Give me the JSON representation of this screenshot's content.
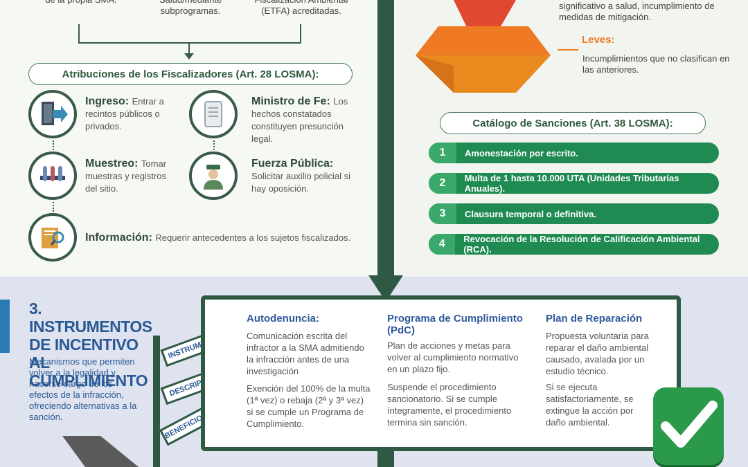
{
  "top_boxes": [
    {
      "text": "de la propia SMA."
    },
    {
      "text": "Salud/mediante subprogramas."
    },
    {
      "text": "Fiscalización Ambiental (ETFA) acreditadas."
    }
  ],
  "atribuciones": {
    "title": "Atribuciones de los Fiscalizadores (Art. 28 LOSMA):",
    "items": [
      {
        "title": "Ingreso:",
        "text": "Entrar a recintos públicos o privados."
      },
      {
        "title": "Ministro de Fe:",
        "text": "Los hechos constatados constituyen presunción legal."
      },
      {
        "title": "Muestreo:",
        "text": "Tomar muestras y registros del sitio."
      },
      {
        "title": "Fuerza Pública:",
        "text": "Solicitar auxilio policial si hay oposición."
      },
      {
        "title": "Información:",
        "text": "Requerir antecedentes a los sujetos fiscalizados."
      }
    ]
  },
  "gravity": {
    "top_text": "significativo a salud, incumplimiento de medidas de mitigación.",
    "leves_title": "Leves:",
    "leves_text": "Incumplimientos que no clasifican en las anteriores."
  },
  "catalogo": {
    "title": "Catálogo de Sanciones (Art. 38 LOSMA):",
    "items": [
      {
        "num": "1",
        "label": "Amonestación por escrito."
      },
      {
        "num": "2",
        "label": "Multa de 1 hasta 10.000 UTA (Unidades Tributarias Anuales)."
      },
      {
        "num": "3",
        "label": "Clausura temporal o definitiva."
      },
      {
        "num": "4",
        "label": "Revocación de la Resolución de Calificación Ambiental (RCA)."
      }
    ]
  },
  "section3": {
    "title": "3. INSTRUMENTOS DE INCENTIVO AL CUMPLIMIENTO",
    "description": "Mecanismos que permiten volver a la legalidad y hacerse cargo de los efectos de la infracción, ofreciendo alternativas a la sanción.",
    "signs": [
      "INSTRUMENTO",
      "DESCRIPCIÓN",
      "BENEFICIO / EFECTO"
    ],
    "columns": [
      {
        "title": "Autodenuncia:",
        "p1": "Comunicación escrita del infractor a la SMA admitiendo la infracción antes de una investigación",
        "p2": "Exención del 100% de la multa (1ª vez) o rebaja (2ª y 3ª vez) si se cumple un Programa de Cumplimiento."
      },
      {
        "title": "Programa de Cumplimiento (PdC)",
        "p1": "Plan de acciones y metas para volver al cumplimiento normativo en un plazo fijo.",
        "p2": "Suspende el procedimiento sancionatorio. Si se cumple íntegramente, el procedimiento termina sin sanción."
      },
      {
        "title": "Plan de Reparación",
        "p1": "Propuesta voluntaria para reparar el daño ambiental causado, avalada por un estudio técnico.",
        "p2": "Si se ejecuta satisfactoriamente, se extingue la acción por daño ambiental."
      }
    ]
  },
  "colors": {
    "dark_green": "#2f5845",
    "green": "#1f8a52",
    "blue": "#2a5a94"
  }
}
